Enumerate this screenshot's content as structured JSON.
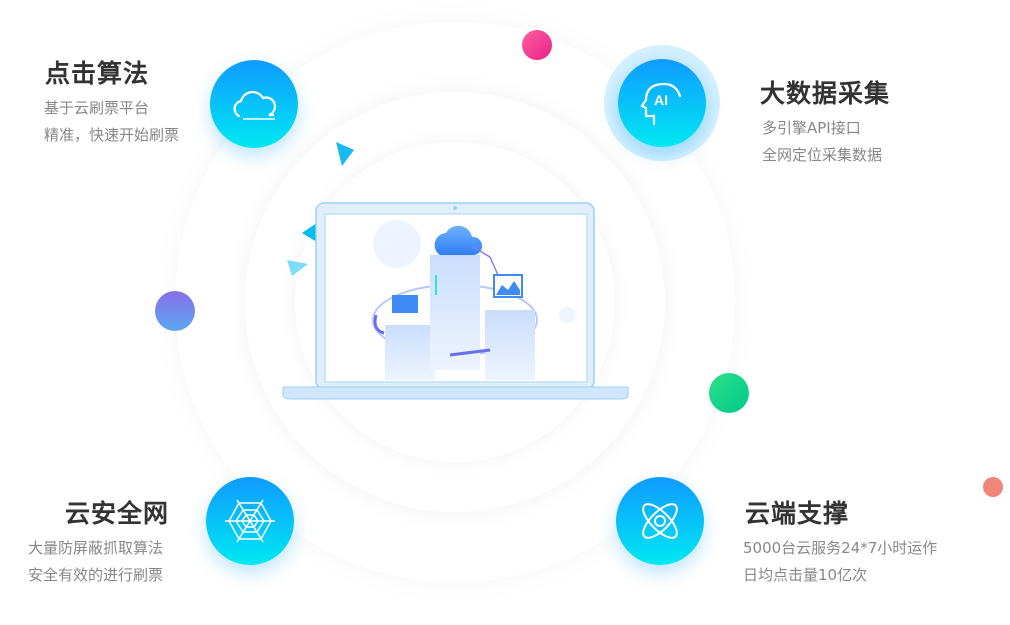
{
  "features": [
    {
      "title": "点击算法",
      "lines": [
        "基于云刷票平台",
        "精准，快速开始刷票"
      ],
      "icon": "cloud-icon"
    },
    {
      "title": "大数据采集",
      "lines": [
        "多引擎API接口",
        "全网定位采集数据"
      ],
      "icon": "ai-head-icon"
    },
    {
      "title": "云安全网",
      "lines": [
        "大量防屏蔽抓取算法",
        "安全有效的进行刷票"
      ],
      "icon": "spider-web-icon"
    },
    {
      "title": "云端支撑",
      "lines": [
        "5000台云服务24*7小时运作",
        "日均点击量10亿次"
      ],
      "icon": "atom-icon"
    }
  ],
  "ai_icon_text": "AI",
  "colors": {
    "accent_top": "#0f9bff",
    "accent_bottom": "#00e8f2",
    "title": "#333333",
    "text": "#888888"
  }
}
